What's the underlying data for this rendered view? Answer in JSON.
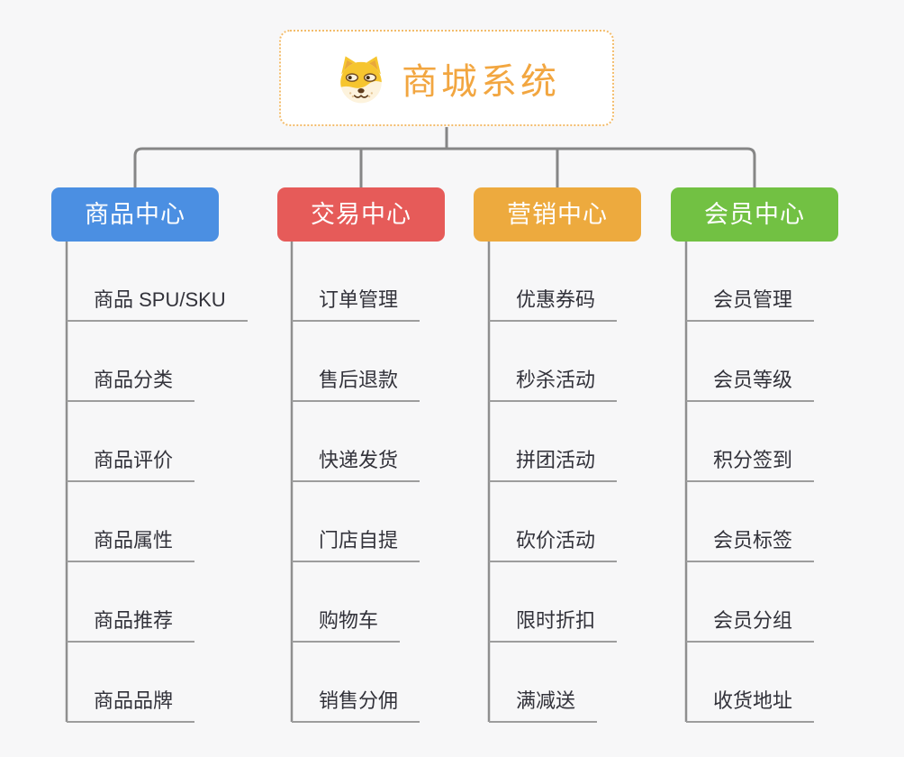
{
  "page": {
    "background_color": "#f7f7f8",
    "connector_color": "#868686",
    "underline_color": "#9d9d9d",
    "child_text_color": "#32323a"
  },
  "root": {
    "title": "商城系统",
    "icon": "dog-face-icon",
    "text_color": "#f2a640",
    "border_color": "#f3bc6b",
    "background_color": "#ffffff"
  },
  "branches": [
    {
      "label": "商品中心",
      "color": "#4b8fe2",
      "children": [
        "商品 SPU/SKU",
        "商品分类",
        "商品评价",
        "商品属性",
        "商品推荐",
        "商品品牌"
      ]
    },
    {
      "label": "交易中心",
      "color": "#e65b59",
      "children": [
        "订单管理",
        "售后退款",
        "快递发货",
        "门店自提",
        "购物车",
        "销售分佣"
      ]
    },
    {
      "label": "营销中心",
      "color": "#edaa3e",
      "children": [
        "优惠券码",
        "秒杀活动",
        "拼团活动",
        "砍价活动",
        "限时折扣",
        "满减送"
      ]
    },
    {
      "label": "会员中心",
      "color": "#72c143",
      "children": [
        "会员管理",
        "会员等级",
        "积分签到",
        "会员标签",
        "会员分组",
        "收货地址"
      ]
    }
  ]
}
